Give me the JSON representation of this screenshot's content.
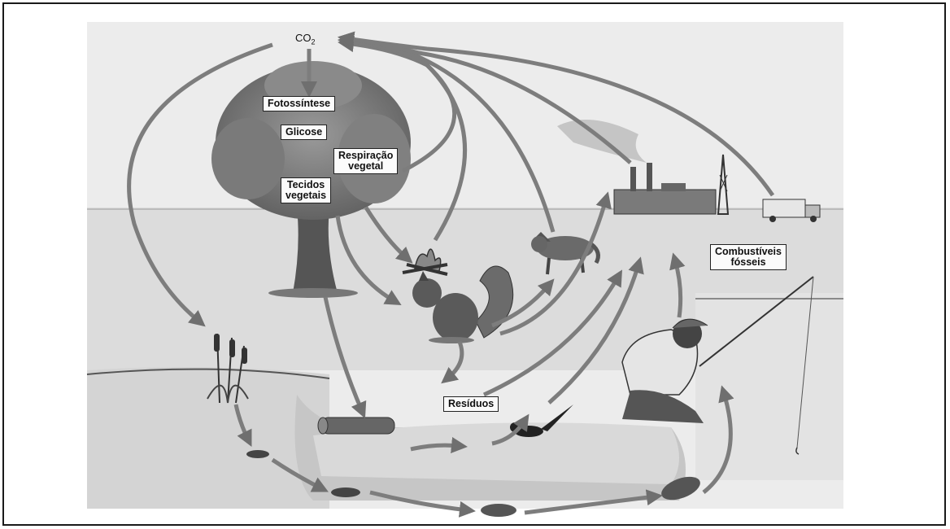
{
  "labels": {
    "co2": "CO",
    "co2_sub": "2",
    "fotossintese": "Fotossíntese",
    "glicose": "Glicose",
    "respiracao_line1": "Respiração",
    "respiracao_line2": "vegetal",
    "tecidos_line1": "Tecidos",
    "tecidos_line2": "vegetais",
    "combustiveis_line1": "Combustíveis",
    "combustiveis_line2": "fósseis",
    "residuos": "Resíduos"
  },
  "icons": [
    "tree-icon",
    "cattail-icon",
    "campfire-icon",
    "squirrel-icon",
    "wolf-icon",
    "factory-icon",
    "oil-derrick-icon",
    "truck-icon",
    "boy-fishing-icon",
    "bird-icon",
    "log-icon",
    "fish-icon"
  ],
  "colors": {
    "arrow": "#7d7d7d",
    "box_border": "#222222",
    "sky": "#e2e2e2",
    "water": "#d6d6d6"
  }
}
